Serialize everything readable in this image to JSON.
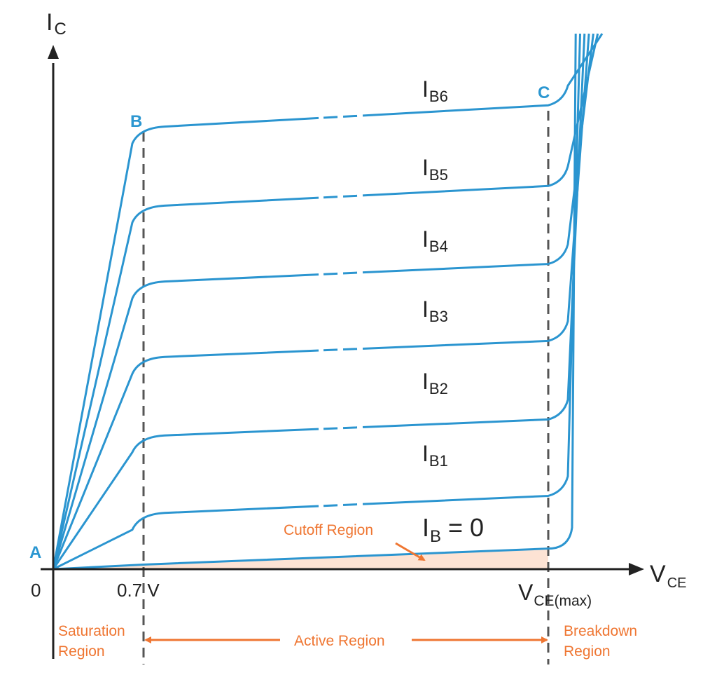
{
  "title": "BJT output characteristics (I_C vs V_CE)",
  "colors": {
    "curve": "#2b95d0",
    "axis": "#222222",
    "dashed": "#555555",
    "region_label": "#ef7632",
    "cutoff_fill": "#fde3d4",
    "point_label": "#2c97d1"
  },
  "axes": {
    "y_label_main": "I",
    "y_label_sub": "C",
    "x_label_main": "V",
    "x_label_sub": "CE",
    "origin_label": "0",
    "tick_07": "0.7 V",
    "tick_vmax_main": "V",
    "tick_vmax_sub": "CE(max)"
  },
  "points": {
    "A": "A",
    "B": "B",
    "C": "C"
  },
  "curve_labels": [
    {
      "main": "I",
      "sub": "B6"
    },
    {
      "main": "I",
      "sub": "B5"
    },
    {
      "main": "I",
      "sub": "B4"
    },
    {
      "main": "I",
      "sub": "B3"
    },
    {
      "main": "I",
      "sub": "B2"
    },
    {
      "main": "I",
      "sub": "B1"
    },
    {
      "main": "I",
      "sub": "B",
      "suffix": " = 0"
    }
  ],
  "regions": {
    "saturation_line1": "Saturation",
    "saturation_line2": "Region",
    "active": "Active Region",
    "breakdown_line1": "Breakdown",
    "breakdown_line2": "Region",
    "cutoff": "Cutoff Region"
  },
  "chart_data": {
    "type": "line",
    "title": "",
    "xlabel": "V_CE",
    "ylabel": "I_C",
    "x_ticks": [
      "0",
      "0.7 V",
      "V_CE(max)"
    ],
    "units": "normalized (0 = origin, 1 = V_CE(max) for x; 0..1 of plotted I_C range for y)",
    "x_markers": {
      "saturation_edge": "0.7 V",
      "breakdown_edge": "V_CE(max)"
    },
    "series": [
      {
        "name": "I_B6",
        "y_at_knee": 0.837,
        "y_at_vcemax": 0.88
      },
      {
        "name": "I_B5",
        "y_at_knee": 0.687,
        "y_at_vcemax": 0.727
      },
      {
        "name": "I_B4",
        "y_at_knee": 0.543,
        "y_at_vcemax": 0.579
      },
      {
        "name": "I_B3",
        "y_at_knee": 0.4,
        "y_at_vcemax": 0.433
      },
      {
        "name": "I_B2",
        "y_at_knee": 0.251,
        "y_at_vcemax": 0.284
      },
      {
        "name": "I_B1",
        "y_at_knee": 0.104,
        "y_at_vcemax": 0.139
      },
      {
        "name": "I_B = 0",
        "y_at_knee": 0.01,
        "y_at_vcemax": 0.039
      }
    ],
    "annotations": [
      "A",
      "B",
      "C",
      "Saturation Region",
      "Active Region",
      "Breakdown Region",
      "Cutoff Region"
    ]
  }
}
